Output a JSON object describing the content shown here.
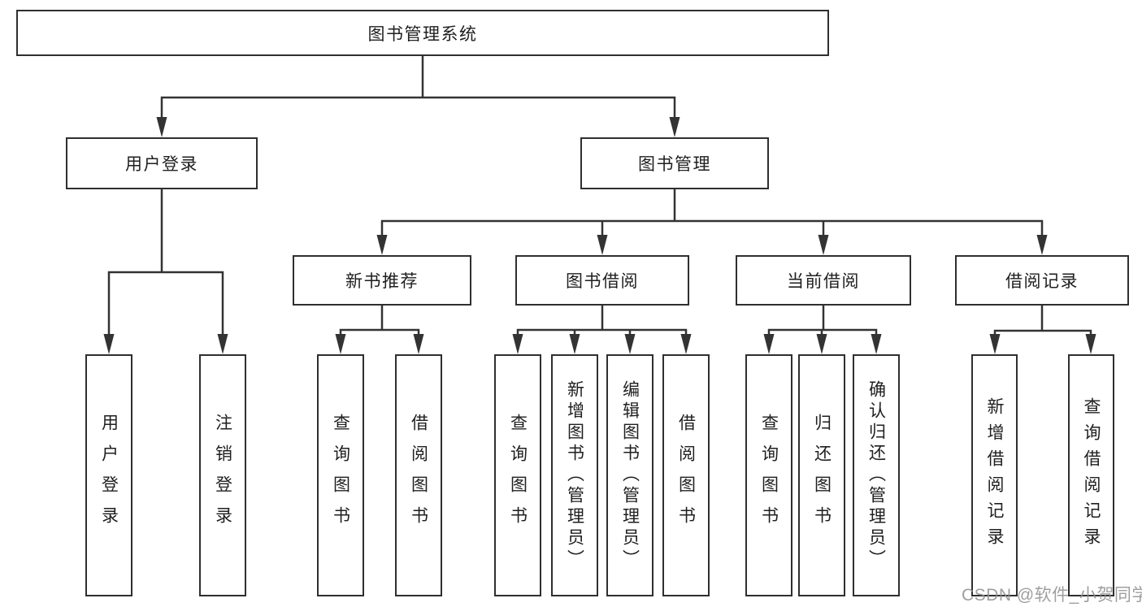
{
  "diagram": {
    "root": {
      "label": "图书管理系统"
    },
    "level2": [
      {
        "id": "user-login",
        "label": "用户登录"
      },
      {
        "id": "book-management",
        "label": "图书管理"
      }
    ],
    "level3": [
      {
        "id": "new-book-recommend",
        "label": "新书推荐"
      },
      {
        "id": "book-borrowing",
        "label": "图书借阅"
      },
      {
        "id": "current-borrowing",
        "label": "当前借阅"
      },
      {
        "id": "borrowing-records",
        "label": "借阅记录"
      }
    ],
    "leaves": [
      {
        "id": "user-login-leaf",
        "label": "用户登录"
      },
      {
        "id": "logout",
        "label": "注销登录"
      },
      {
        "id": "nbr-query-books",
        "label": "查询图书"
      },
      {
        "id": "nbr-borrow-books",
        "label": "借阅图书"
      },
      {
        "id": "bb-query-books",
        "label": "查询图书"
      },
      {
        "id": "bb-add-books-admin",
        "label": "新增图书（管理员）"
      },
      {
        "id": "bb-edit-books-admin",
        "label": "编辑图书（管理员）"
      },
      {
        "id": "bb-borrow-books",
        "label": "借阅图书"
      },
      {
        "id": "cb-query-books",
        "label": "查询图书"
      },
      {
        "id": "cb-return-books",
        "label": "归还图书"
      },
      {
        "id": "cb-confirm-return-admin",
        "label": "确认归还（管理员）"
      },
      {
        "id": "br-add-borrow-record",
        "label": "新增借阅记录"
      },
      {
        "id": "br-query-borrow-record",
        "label": "查询借阅记录"
      }
    ],
    "hierarchy": {
      "图书管理系统": {
        "用户登录": [
          "用户登录",
          "注销登录"
        ],
        "图书管理": {
          "新书推荐": [
            "查询图书",
            "借阅图书"
          ],
          "图书借阅": [
            "查询图书",
            "新增图书（管理员）",
            "编辑图书（管理员）",
            "借阅图书"
          ],
          "当前借阅": [
            "查询图书",
            "归还图书",
            "确认归还（管理员）"
          ],
          "借阅记录": [
            "新增借阅记录",
            "查询借阅记录"
          ]
        }
      }
    }
  },
  "watermark": {
    "text": "CSDN @软件_小贺同学"
  },
  "colors": {
    "line": "#333333",
    "box_border": "#2f2f2f",
    "box_fill": "#ffffff",
    "text": "#1f1f1f",
    "watermark": "#8f8f8f",
    "background": "#ffffff"
  }
}
